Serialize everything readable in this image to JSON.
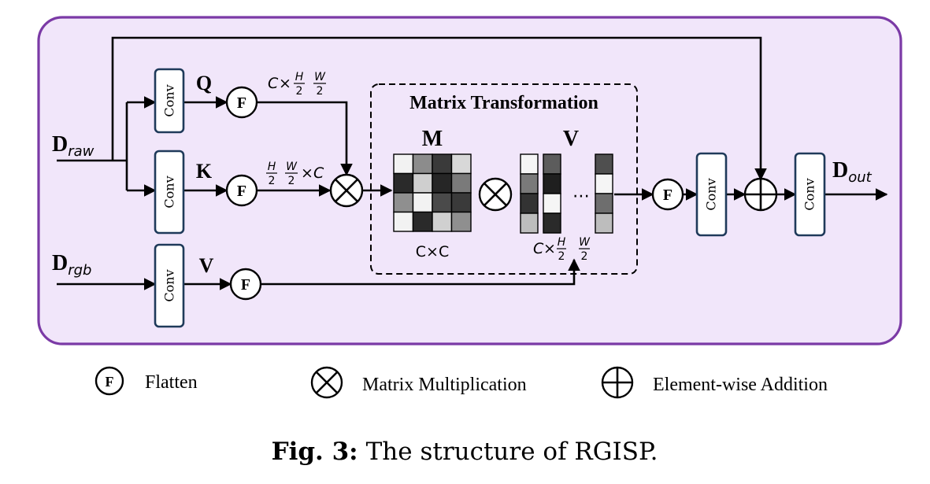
{
  "colors": {
    "panel_fill": "#f1e6fa",
    "panel_border": "#7b3aa6",
    "conv_border": "#1f3a5a"
  },
  "inputs": {
    "d_raw": {
      "base": "D",
      "sub": "raw"
    },
    "d_rgb": {
      "base": "D",
      "sub": "rgb"
    },
    "d_out": {
      "base": "D",
      "sub": "out"
    }
  },
  "conv_label": "Conv",
  "flatten_symbol": "F",
  "branch_labels": {
    "q": "Q",
    "k": "K",
    "v": "V"
  },
  "shapes": {
    "c": "C",
    "times": "×",
    "h": "H",
    "w": "W",
    "two": "2"
  },
  "matrix_box": {
    "title": "Matrix Transformation",
    "m_label": "M",
    "v_label": "V",
    "m_caption": "C×C",
    "dots": "⋯"
  },
  "m_matrix": [
    [
      "#f2f2f2",
      "#8c8c8c",
      "#3a3a3a",
      "#d8d8d8"
    ],
    [
      "#2a2a2a",
      "#cfcfcf",
      "#262626",
      "#7a7a7a"
    ],
    [
      "#8f8f8f",
      "#f2f2f2",
      "#4a4a4a",
      "#3a3a3a"
    ],
    [
      "#f2f2f2",
      "#2a2a2a",
      "#d0d0d0",
      "#8f8f8f"
    ]
  ],
  "v_columns": [
    [
      "#f5f5f5",
      "#7a7a7a",
      "#333333",
      "#bdbdbd"
    ],
    [
      "#5c5c5c",
      "#1f1f1f",
      "#f5f5f5",
      "#2a2a2a"
    ],
    [
      "#4f4f4f",
      "#f5f5f5",
      "#6e6e6e",
      "#bdbdbd"
    ]
  ],
  "legend": {
    "flatten_symbol": "F",
    "flatten": "Flatten",
    "matmul": "Matrix Multiplication",
    "add": "Element-wise Addition"
  },
  "caption": {
    "label": "Fig. 3:",
    "text": "The structure of RGISP."
  }
}
